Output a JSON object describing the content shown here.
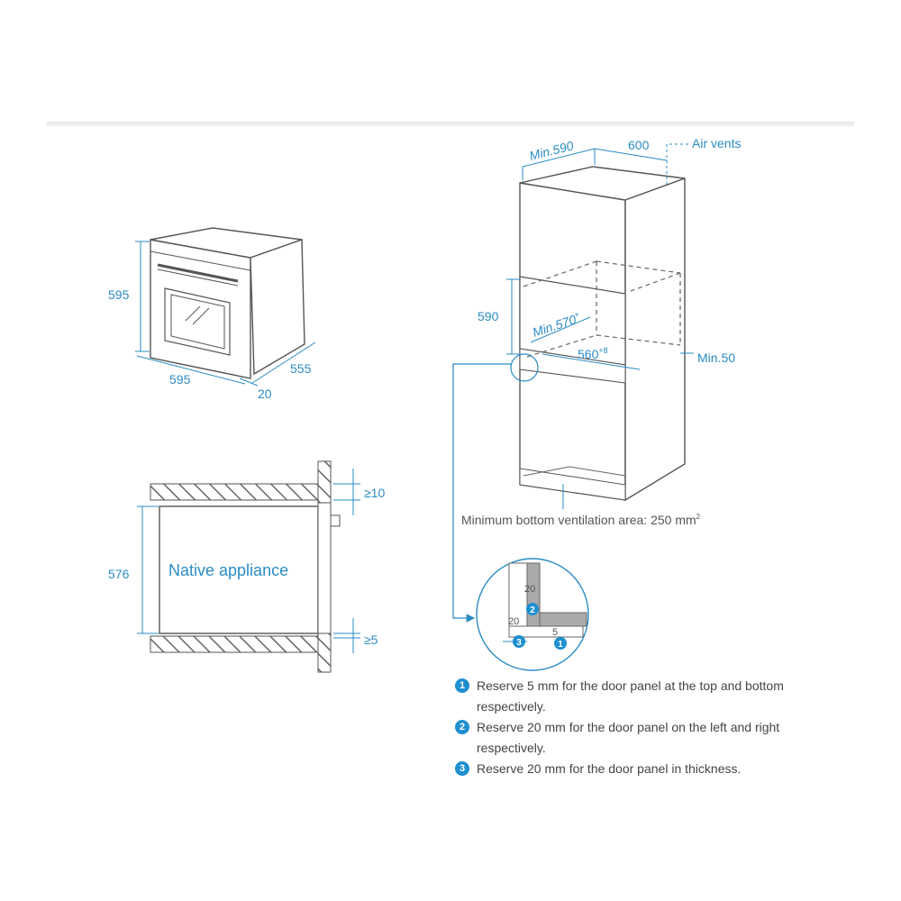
{
  "oven": {
    "height": "595",
    "width": "595",
    "depth": "555",
    "front": "20"
  },
  "section": {
    "height": "576",
    "top_gap": "≥10",
    "bottom_gap": "≥5",
    "appliance_label": "Native appliance"
  },
  "cabinet": {
    "min_depth": "Min.590",
    "width": "600",
    "air_vents": "Air vents",
    "niche_height": "590",
    "niche_depth": "Min.570",
    "niche_depth_sup": "+",
    "niche_width": "560",
    "niche_width_sup": "+8",
    "rear_gap": "Min.50",
    "ventilation": "Minimum bottom ventilation area: 250 mm",
    "ventilation_sup": "2"
  },
  "detail": {
    "label_top": "20",
    "label_left": "20",
    "label_bottom": "5",
    "marker_1": "1",
    "marker_2": "2",
    "marker_3": "3"
  },
  "notes": [
    {
      "num": "1",
      "text": "Reserve 5 mm for the door panel at the top and bottom respectively."
    },
    {
      "num": "2",
      "text": "Reserve 20 mm for the door panel on the left and right respectively."
    },
    {
      "num": "3",
      "text": "Reserve 20 mm for the door panel in thickness."
    }
  ],
  "colors": {
    "accent": "#2a8cc4",
    "marker": "#1e8fd0",
    "line": "#666666",
    "text": "#444444"
  }
}
